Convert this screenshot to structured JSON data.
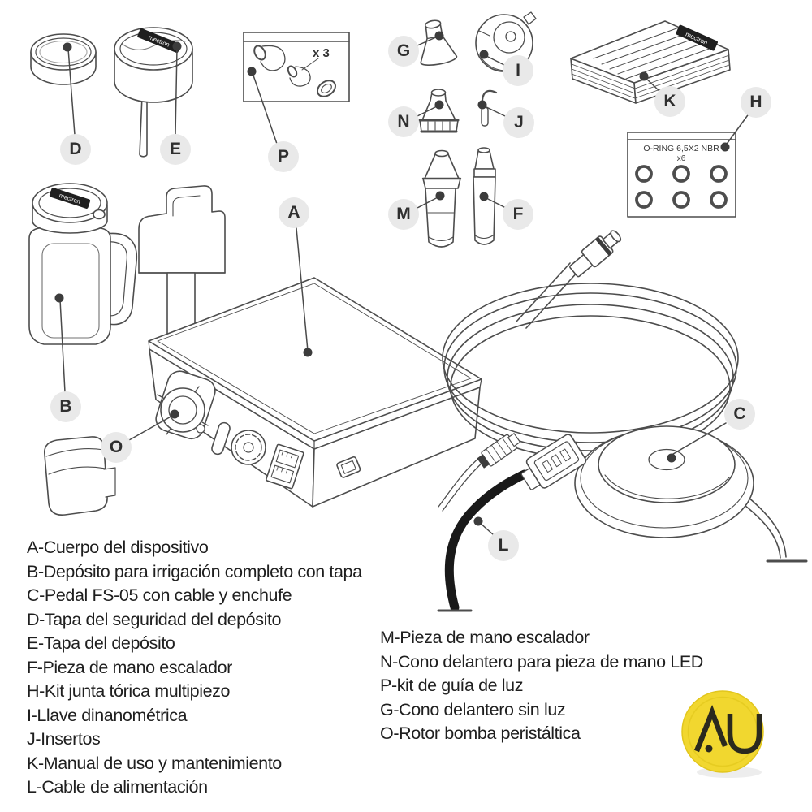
{
  "brand": {
    "name": "mectron"
  },
  "callouts": [
    {
      "letter": "A"
    },
    {
      "letter": "B"
    },
    {
      "letter": "C"
    },
    {
      "letter": "D"
    },
    {
      "letter": "E"
    },
    {
      "letter": "F"
    },
    {
      "letter": "G"
    },
    {
      "letter": "H"
    },
    {
      "letter": "I"
    },
    {
      "letter": "J"
    },
    {
      "letter": "K"
    },
    {
      "letter": "L"
    },
    {
      "letter": "M"
    },
    {
      "letter": "N"
    },
    {
      "letter": "O"
    },
    {
      "letter": "P"
    }
  ],
  "pbox": {
    "qty": "x 3"
  },
  "oring": {
    "title": "O-RING 6,5X2 NBR",
    "qty": "x6"
  },
  "legend_left": {
    "items": [
      "A-Cuerpo del dispositivo",
      "B-Depósito para irrigación completo con tapa",
      "C-Pedal FS-05 con cable y enchufe",
      "D-Tapa del seguridad del depósito",
      "E-Tapa del depósito",
      "F-Pieza de mano escalador",
      "H-Kit junta tórica multipiezo",
      "I-Llave dinanométrica",
      "J-Insertos",
      "K-Manual de uso y mantenimiento",
      "L-Cable de alimentación"
    ]
  },
  "legend_right": {
    "items": [
      "M-Pieza de mano escalador",
      "N-Cono delantero para pieza de mano LED",
      "P-kit de guía de luz",
      "G-Cono delantero sin luz",
      "O-Rotor bomba peristáltica"
    ]
  },
  "logo": {
    "text": "AU",
    "color": "#F1D72F"
  }
}
